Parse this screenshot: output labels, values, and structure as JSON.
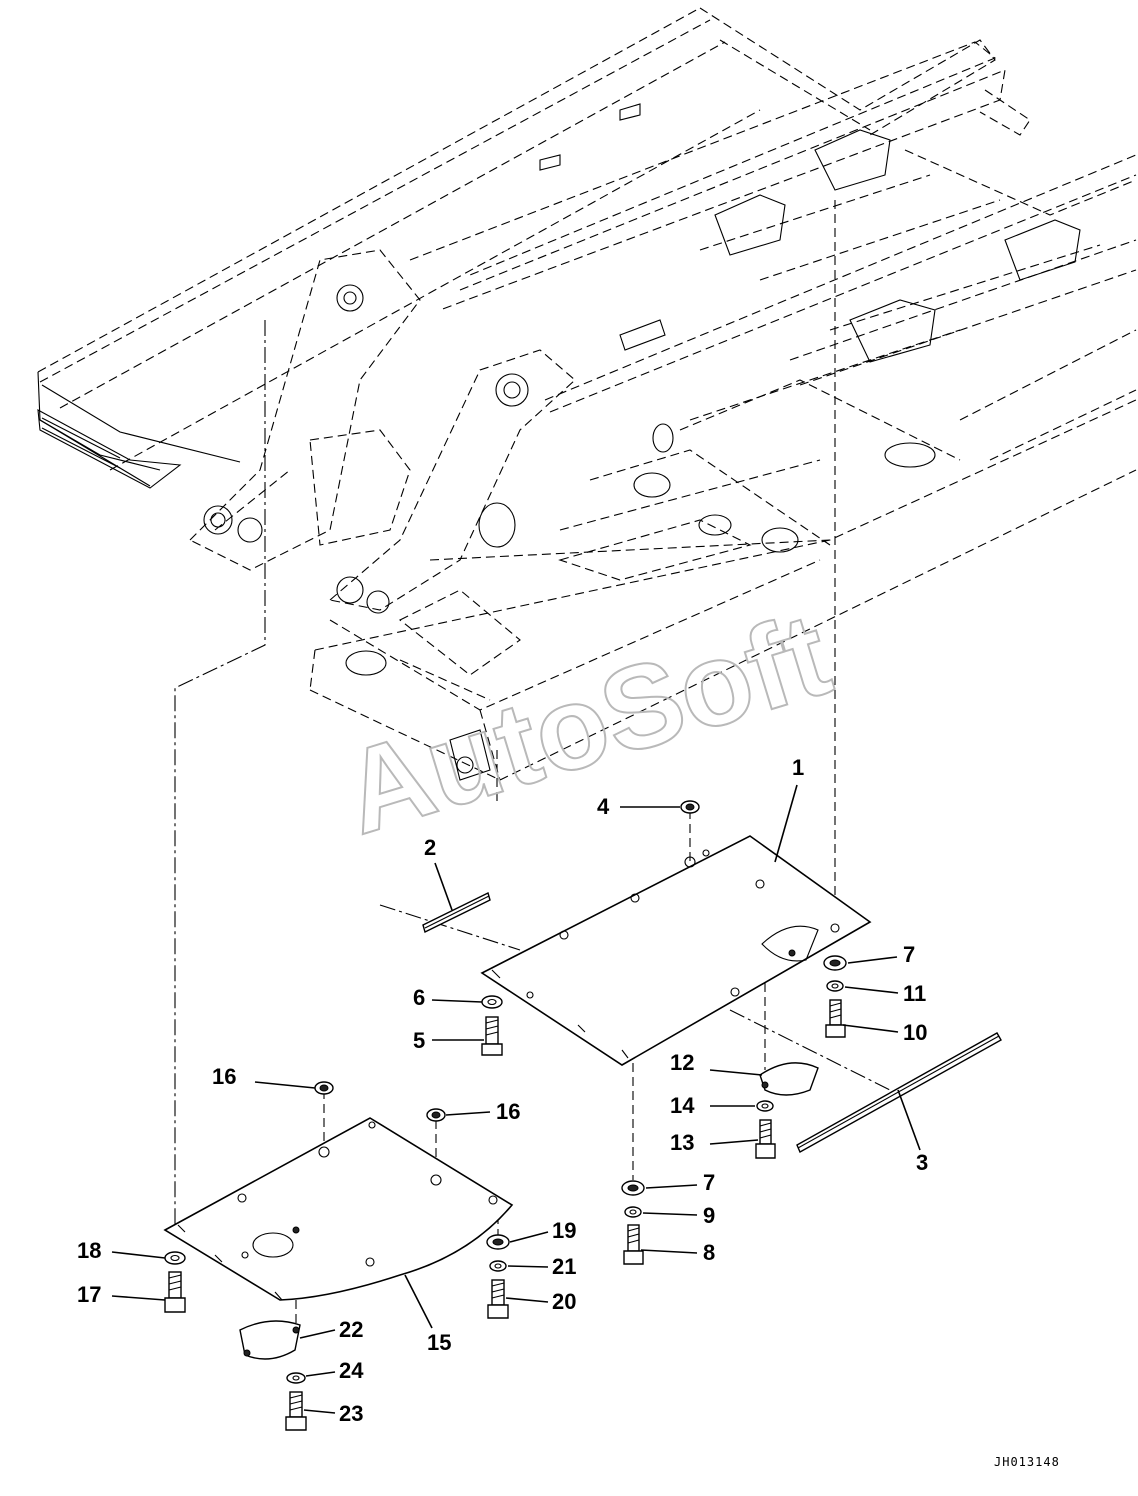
{
  "watermark": "AutoSoft",
  "drawing_code": "JH013148",
  "callouts": [
    {
      "id": "c1",
      "text": "1"
    },
    {
      "id": "c2",
      "text": "2"
    },
    {
      "id": "c3",
      "text": "3"
    },
    {
      "id": "c4",
      "text": "4"
    },
    {
      "id": "c5",
      "text": "5"
    },
    {
      "id": "c6",
      "text": "6"
    },
    {
      "id": "c7a",
      "text": "7"
    },
    {
      "id": "c7b",
      "text": "7"
    },
    {
      "id": "c8",
      "text": "8"
    },
    {
      "id": "c9",
      "text": "9"
    },
    {
      "id": "c10",
      "text": "10"
    },
    {
      "id": "c11",
      "text": "11"
    },
    {
      "id": "c12",
      "text": "12"
    },
    {
      "id": "c13",
      "text": "13"
    },
    {
      "id": "c14",
      "text": "14"
    },
    {
      "id": "c15",
      "text": "15"
    },
    {
      "id": "c16a",
      "text": "16"
    },
    {
      "id": "c16b",
      "text": "16"
    },
    {
      "id": "c17",
      "text": "17"
    },
    {
      "id": "c18",
      "text": "18"
    },
    {
      "id": "c19",
      "text": "19"
    },
    {
      "id": "c20",
      "text": "20"
    },
    {
      "id": "c21",
      "text": "21"
    },
    {
      "id": "c22",
      "text": "22"
    },
    {
      "id": "c23",
      "text": "23"
    },
    {
      "id": "c24",
      "text": "24"
    }
  ]
}
